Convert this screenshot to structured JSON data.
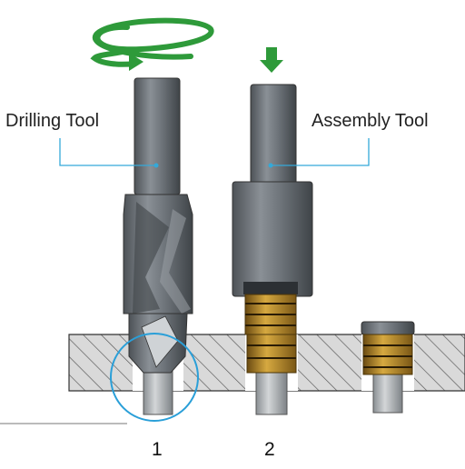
{
  "labels": {
    "drilling_tool": "Drilling Tool",
    "assembly_tool": "Assembly Tool"
  },
  "steps": [
    "1",
    "2"
  ],
  "icons": {
    "rotation": "rotation-arrow-icon",
    "feed": "down-arrow-icon"
  },
  "colors": {
    "arrow_green": "#2e9a3a",
    "leader_line": "#34a9d9",
    "highlight_circle": "#2a9fd8",
    "tool_gray": "#6f757a",
    "thread_gold": "#b7892a",
    "hatch": "#555555"
  }
}
